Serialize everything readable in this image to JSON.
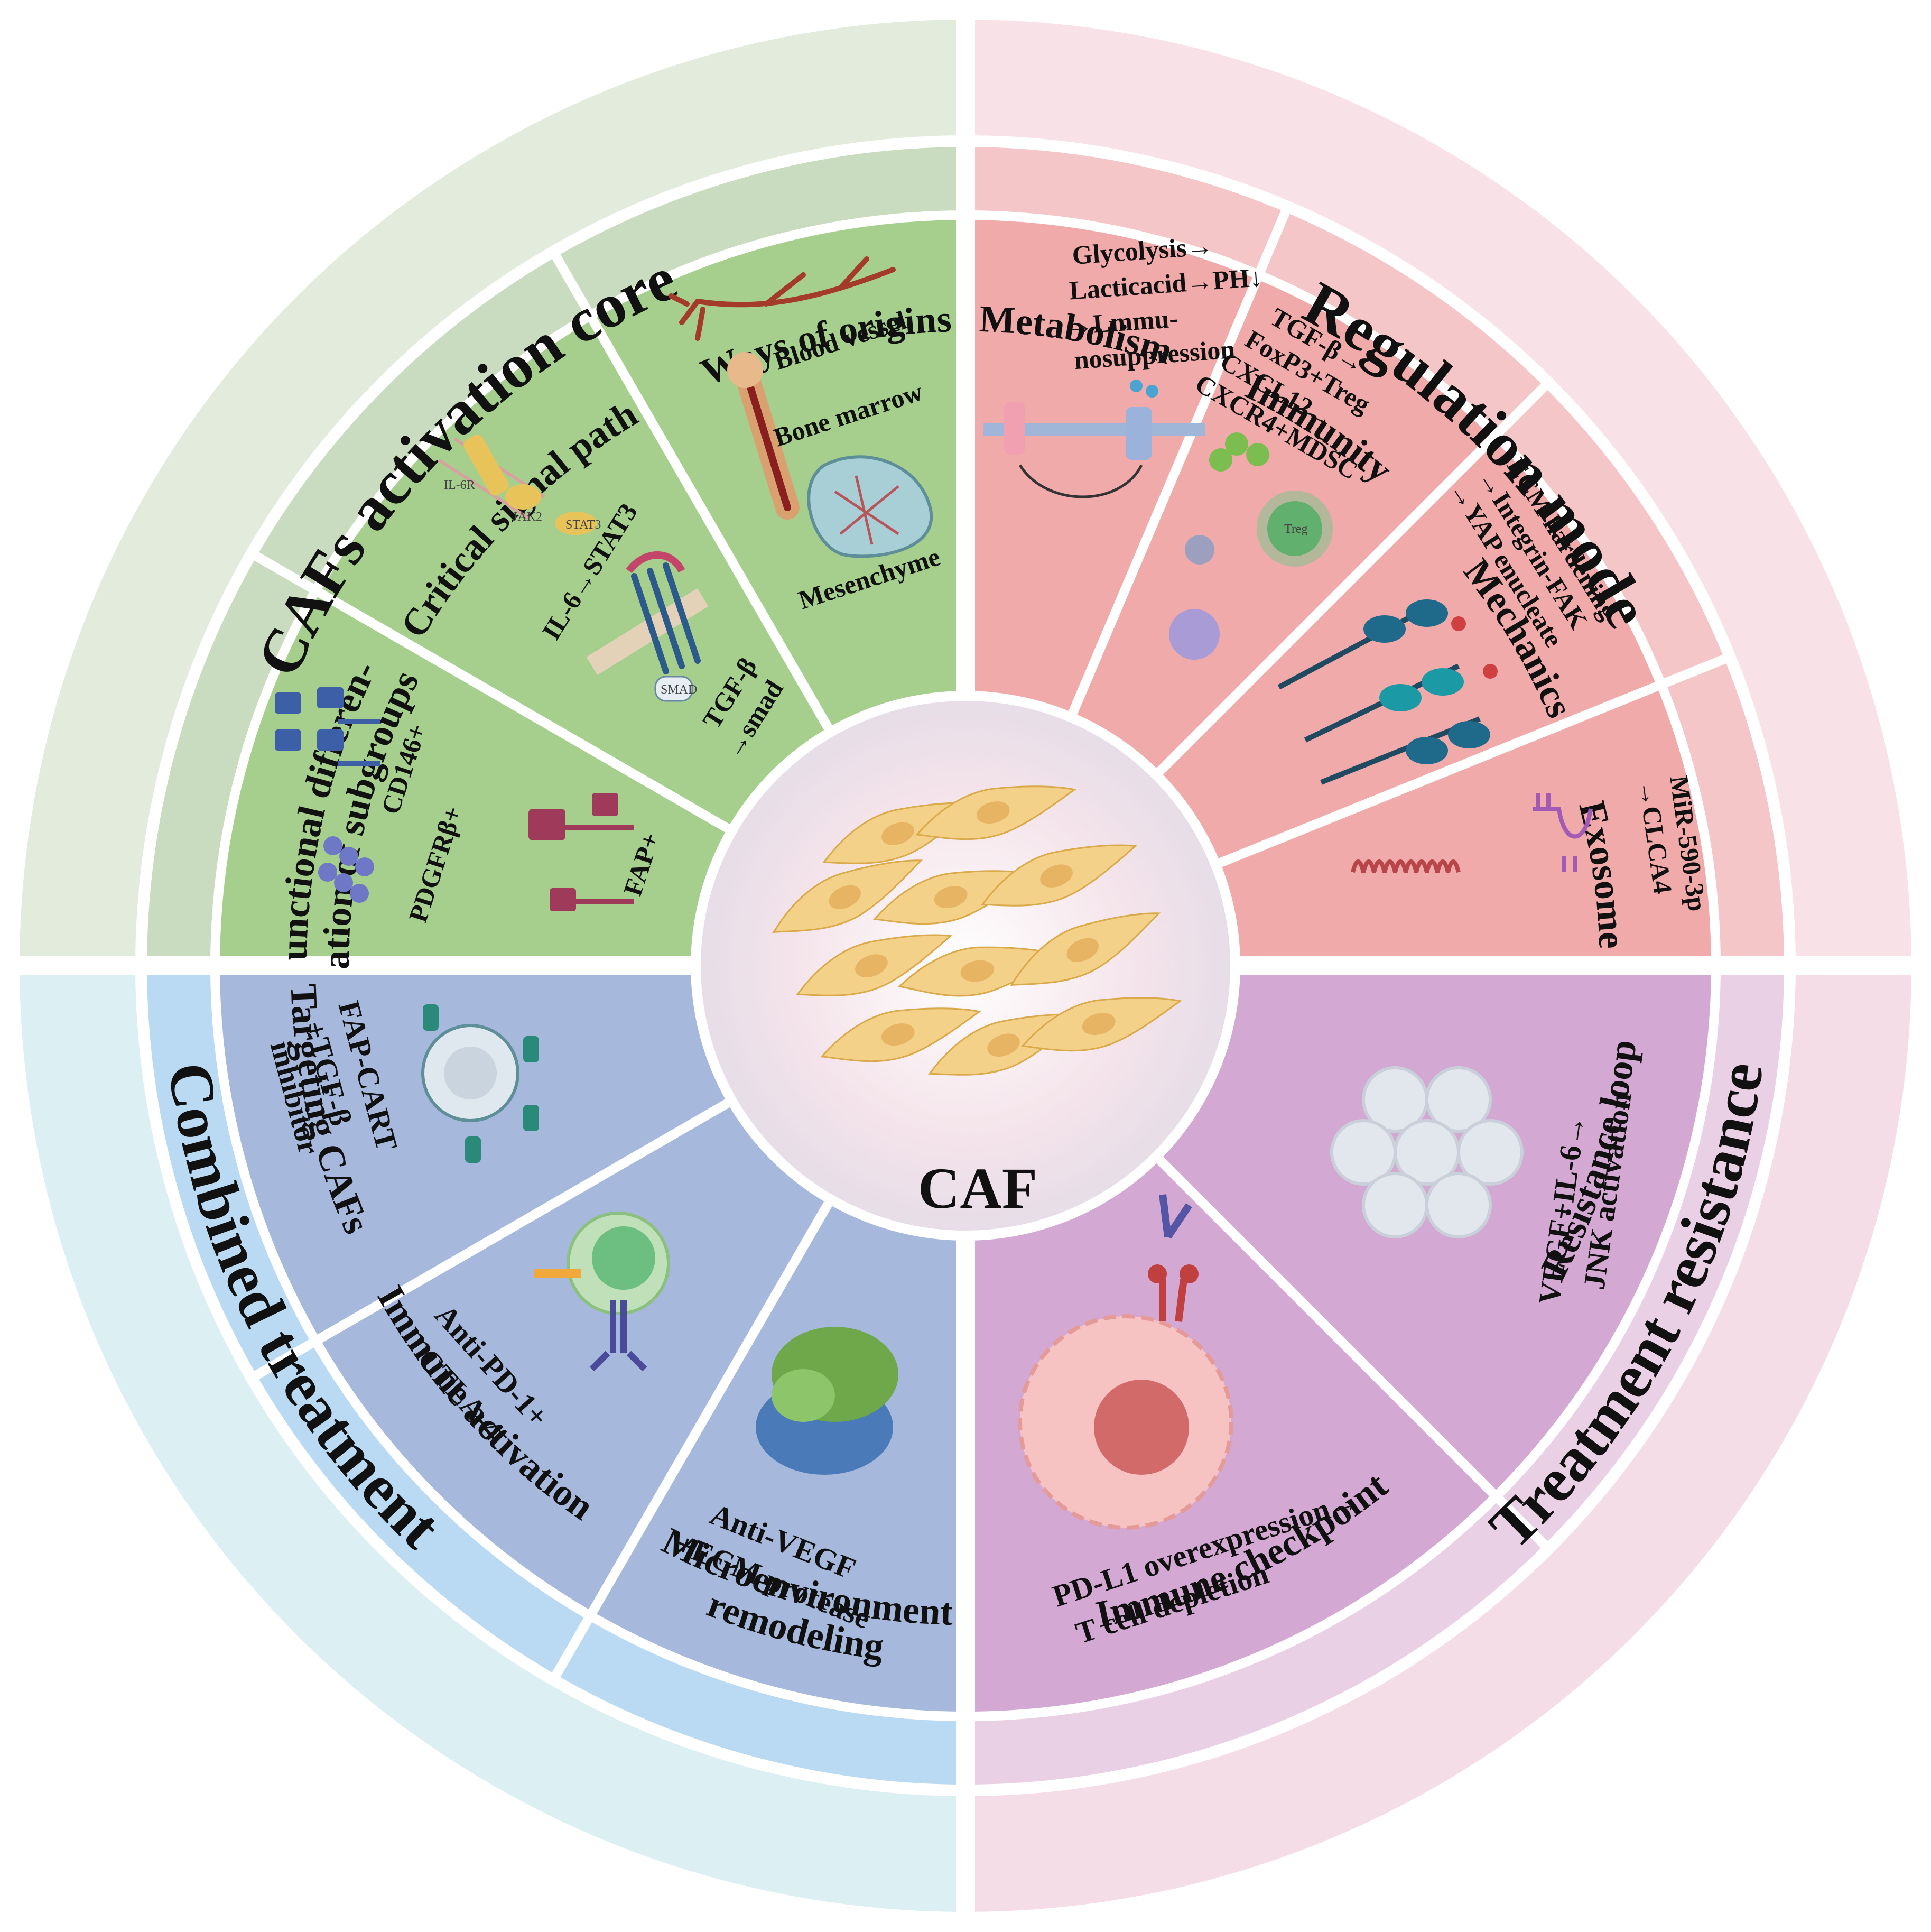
{
  "center": {
    "label": "CAF"
  },
  "quadrants": {
    "top_left": {
      "title": "CAFs activation core",
      "categories": [
        {
          "label": "Ways of origins",
          "items": [
            "Blood vessel",
            "Bone marrow",
            "Mesenchyme"
          ]
        },
        {
          "label": "Critical signal path",
          "items": [
            "IL-6→STAT3",
            "TGF-β",
            "→smad"
          ],
          "icon_labels": [
            "IL-6R",
            "JAK2",
            "STAT3",
            "SMAD"
          ]
        },
        {
          "label_lines": [
            "Functional differen-",
            "tiation of subgroups"
          ],
          "items": [
            "CD146+",
            "PDGFRβ+",
            "FAP+"
          ]
        }
      ]
    },
    "top_right": {
      "title": "Regulation mode",
      "categories": [
        {
          "label": "Metabolism",
          "lines": [
            "Glycolysis→",
            "Lacticacid→PH↓",
            "→Lmmu-",
            "nosuppression"
          ]
        },
        {
          "label": "Immunity",
          "lines": [
            "TGF-β→",
            "FoxP3+Treg",
            "CXCL12→",
            "CXCR4+MDSC"
          ],
          "icon_labels": [
            "Treg"
          ]
        },
        {
          "label": "Mechanics",
          "lines": [
            "ECM hardening",
            "→Integrin-FAK",
            "→YAP enucleate"
          ]
        },
        {
          "label": "Exosome",
          "lines": [
            "MiR-590-3p",
            "→CLCA4"
          ]
        }
      ]
    },
    "bottom_left": {
      "title": "Combined treatment",
      "categories": [
        {
          "label": "Targeting CAFs",
          "lines": [
            "FAP-CART",
            "+TGF-β",
            "inhibitor"
          ]
        },
        {
          "label": "Immune activation",
          "lines": [
            "Anti-PD-1+",
            "CTLA-4"
          ]
        },
        {
          "label_lines": [
            "Microenvironment",
            "remodeling"
          ],
          "lines": [
            "Anti-VEGF",
            "+ECM protease"
          ]
        }
      ]
    },
    "bottom_right": {
      "title": "Treatment resistance",
      "categories": [
        {
          "label": "Immune checkpoint",
          "lines": [
            "PD-L1 overexpression→",
            "T cell depletion"
          ]
        },
        {
          "label": "Resistance loop",
          "lines": [
            "VEGF+IL-6→",
            "JNK activation"
          ]
        }
      ]
    }
  },
  "colors": {
    "green_outer": "#e3ecdc",
    "green_mid": "#c9dcbf",
    "green_inner": "#a6cf8d",
    "pink_outer": "#f8e2e8",
    "pink_mid": "#f4c6c8",
    "pink_inner": "#f0aaaa",
    "blue_outer": "#dcf0f4",
    "blue_mid": "#b9daf2",
    "blue_inner": "#a7b8dd",
    "purple_outer": "#f5dde8",
    "purple_mid": "#ead0e4",
    "purple_inner": "#d3a9d3",
    "center": "#f3e2e6"
  }
}
